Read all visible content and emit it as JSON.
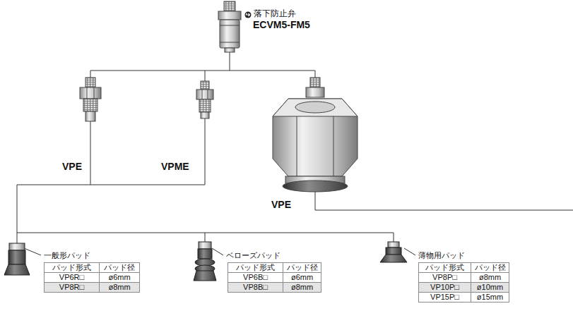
{
  "diagram": {
    "labels": [
      "落下防止弁",
      "ECVM5-FM5",
      "VPE",
      "VPME",
      "VPE",
      "一般形パッド",
      "パッド形式",
      "パッド径",
      "VP6R□",
      "ø6mm",
      "VP8R□",
      "ø8mm",
      "ベローズパッド",
      "パッド形式",
      "パッド径",
      "VP6B□",
      "ø6mm",
      "VP8B□",
      "ø8mm",
      "薄物用パッド",
      "パッド形式",
      "パッド径",
      "VP8P□",
      "ø8mm",
      "VP10P□",
      "ø10mm",
      "VP15P□",
      "ø15mm"
    ]
  }
}
